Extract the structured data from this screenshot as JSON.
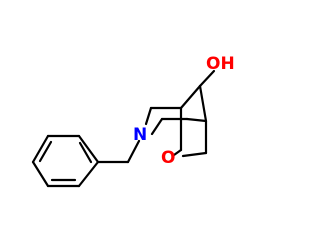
{
  "molecule": {
    "labels": {
      "hydroxyl": "OH",
      "nitrogen": "N",
      "ether_oxygen": "O"
    },
    "colors": {
      "bond": "#000000",
      "nitrogen": "#0000ff",
      "oxygen": "#ff0000",
      "background": "#ffffff"
    }
  }
}
